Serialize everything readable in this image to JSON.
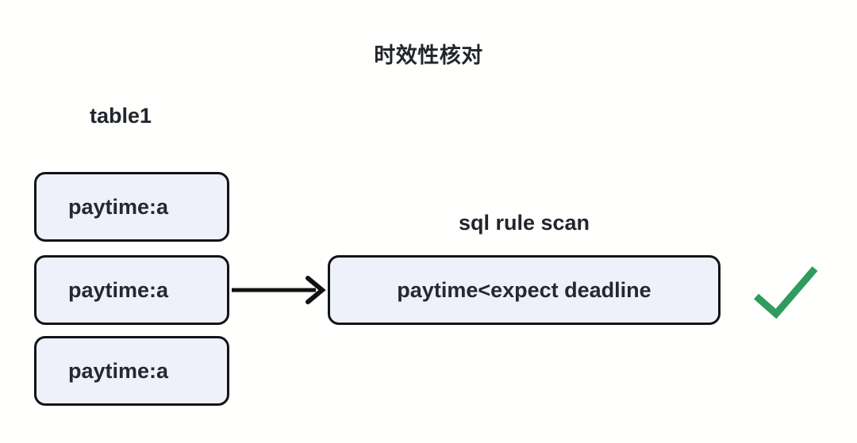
{
  "diagram": {
    "title": "时效性核对",
    "background_color": "#fffffd",
    "node_fill_color": "#eef1f9",
    "node_border_color": "#121317",
    "text_color": "#22262c",
    "check_color": "#2f9b5e",
    "arrow_color": "#111111"
  },
  "source": {
    "label": "table1",
    "records": [
      {
        "text": "paytime:a"
      },
      {
        "text": "paytime:a"
      },
      {
        "text": "paytime:a"
      }
    ]
  },
  "rule": {
    "group_label": "sql rule scan",
    "expression": "paytime<expect deadline"
  },
  "result": {
    "icon": "check-icon",
    "status": "pass"
  },
  "connector": {
    "icon": "arrow-right-icon",
    "from": "paytime:a",
    "to": "paytime<expect deadline"
  }
}
